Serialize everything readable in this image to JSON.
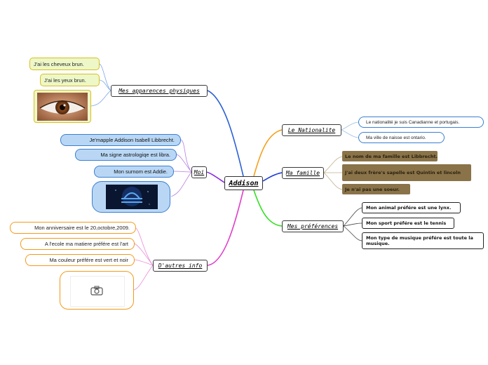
{
  "central": "Addison",
  "branches": {
    "apparences": "Mes apparences physiques",
    "moi": "Moi",
    "autres": "D'autres info",
    "nationalite": "Le Nationalite",
    "famille": "Ma famille",
    "preferences": "Mes préférences"
  },
  "apparences_items": [
    "J'ai les cheveux brun.",
    "J'ai les yeux brun."
  ],
  "moi_items": [
    "Je'mapple Addison Isabell Libbrecht.",
    "Ma signe astrologiqe est libra.",
    "Mon surnom est Addie."
  ],
  "autres_items": [
    "Mon anniversaire est le 20,octobre,2009.",
    "A l'ecole ma matiere préfére est l'art",
    "Ma couleur préfére est vert et noir"
  ],
  "nationalite_items": [
    "Le nationalité je suis Canadianne et portugais.",
    "Ma ville de naisse est ontario."
  ],
  "famille_items": [
    "Le nom de ma famille est Libbrecht.",
    "J'ai deux frère's sapelle est Quintin et lincoln",
    "Je n'ai pas une soeur."
  ],
  "preferences_items": [
    "Mon animal préfére est une lynx.",
    "Mon sport préfére est le tennis",
    "Mon type de musique préfére est toute la musique."
  ],
  "colors": {
    "apparences": "#2a5fd6",
    "moi": "#8a2be2",
    "autres": "#e040c8",
    "nationalite": "#f4a01c",
    "famille": "#1e3fd6",
    "preferences": "#33e020",
    "green_leaf": "#eef7c8",
    "blue_leaf": "#b9d7f5",
    "brown_leaf": "#8a7349"
  }
}
